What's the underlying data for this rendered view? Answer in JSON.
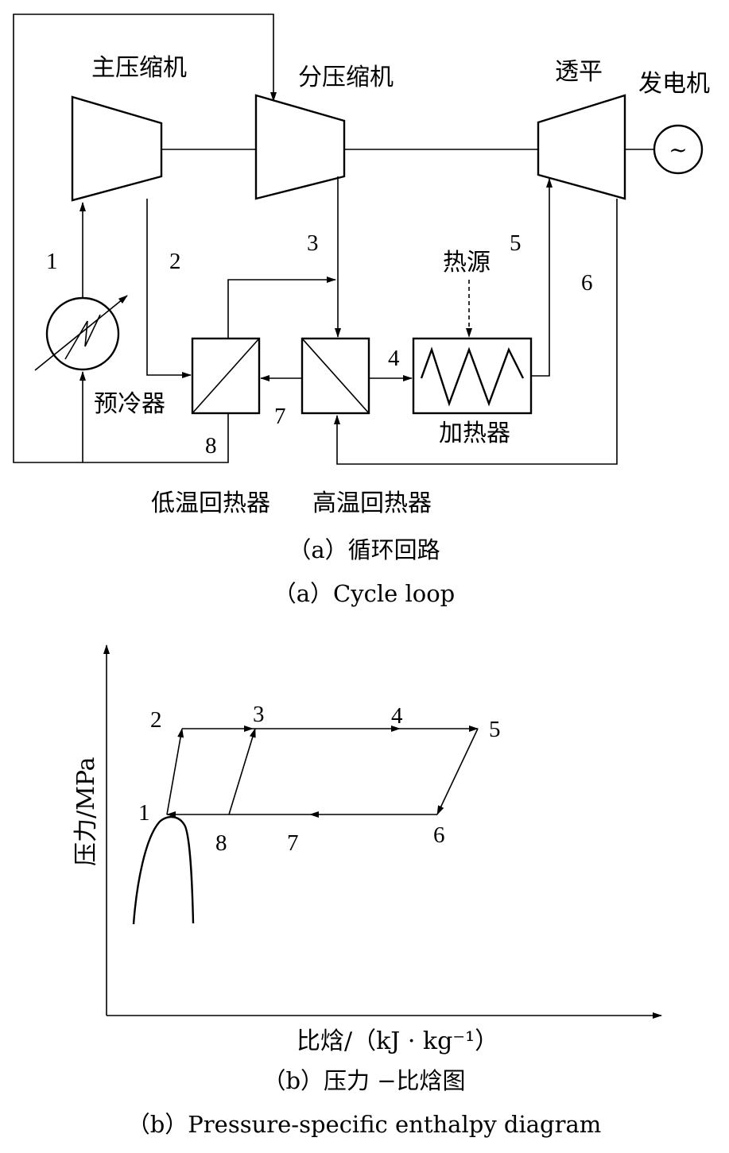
{
  "figure_a": {
    "labels": {
      "main_compressor": "主压缩机",
      "recompressor": "分压缩机",
      "turbine": "透平",
      "generator": "发电机",
      "heat_source": "热源",
      "precooler": "预冷器",
      "heater": "加热器",
      "ltr": "低温回热器",
      "htr": "高温回热器"
    },
    "states": [
      "1",
      "2",
      "3",
      "4",
      "5",
      "6",
      "7",
      "8"
    ],
    "generator_symbol": "~",
    "caption_cn": "（a）循环回路",
    "caption_en": "（a）Cycle loop"
  },
  "figure_b": {
    "ylabel": "压力/MPa",
    "xlabel": "比焓/（kJ · kg⁻¹）",
    "points": [
      "1",
      "2",
      "3",
      "4",
      "5",
      "6",
      "7",
      "8"
    ],
    "caption_cn": "（b）压力 −比焓图",
    "caption_en": "（b）Pressure-specific enthalpy diagram"
  }
}
